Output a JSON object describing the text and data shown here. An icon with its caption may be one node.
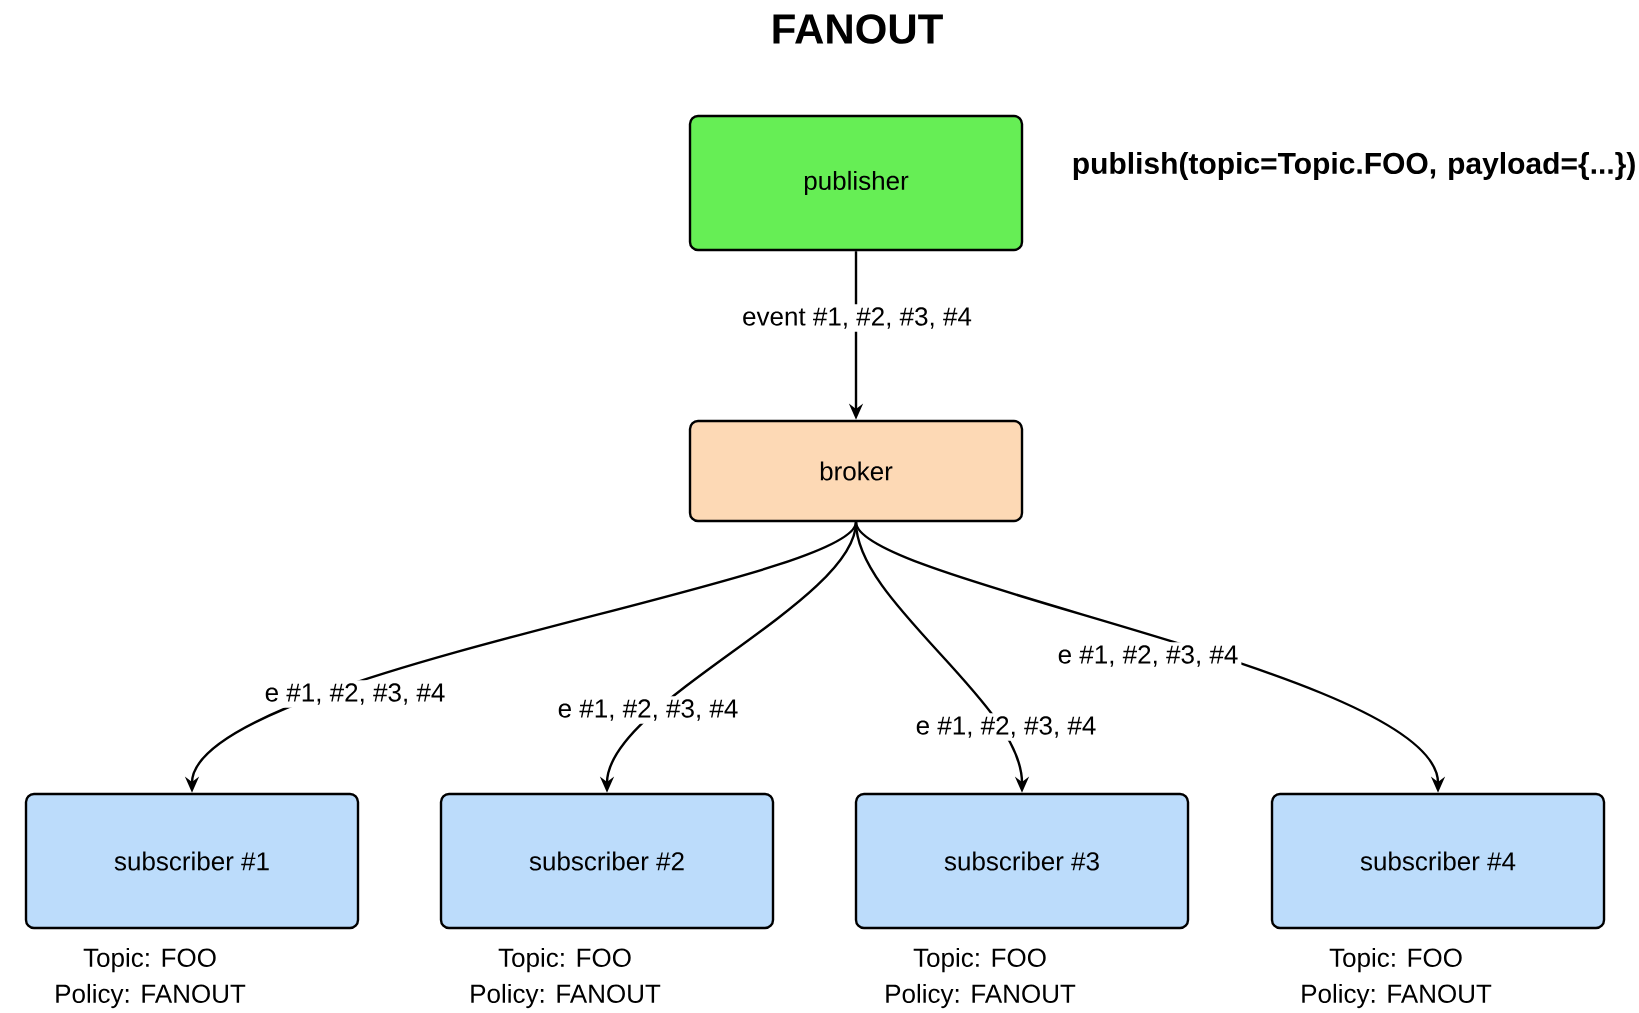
{
  "diagram": {
    "title": "FANOUT",
    "nodes": [
      {
        "text": [
          "publisher"
        ]
      },
      {
        "text": [
          "broker"
        ]
      },
      {
        "text": [
          "subscriber #1"
        ],
        "beside": [
          "Topic: FOO",
          "Policy: FANOUT"
        ]
      },
      {
        "text": [
          "subscriber #2"
        ],
        "beside": [
          "Topic: FOO",
          "Policy: FANOUT"
        ]
      },
      {
        "text": [
          "subscriber #3"
        ],
        "beside": [
          "Topic: FOO",
          "Policy: FANOUT"
        ]
      },
      {
        "text": [
          "subscriber #4"
        ],
        "beside": [
          "Topic: FOO",
          "Policy: FANOUT"
        ]
      }
    ],
    "edges": [
      {
        "from": 0,
        "to": 1,
        "arrow": "to",
        "label": "event #1, #2, #3, #4"
      },
      {
        "from": 1,
        "to": 2,
        "arrow": "to",
        "label": "e #1, #2, #3, #4"
      },
      {
        "from": 1,
        "to": 3,
        "arrow": "to",
        "label": "e #1, #2, #3, #4"
      },
      {
        "from": 1,
        "to": 4,
        "arrow": "to",
        "label": "e #1, #2, #3, #4"
      },
      {
        "from": 1,
        "to": 5,
        "arrow": "to",
        "label": "e #1, #2, #3, #4"
      }
    ],
    "labels": [
      "publish(topic=Topic.FOO, payload={...})"
    ]
  }
}
